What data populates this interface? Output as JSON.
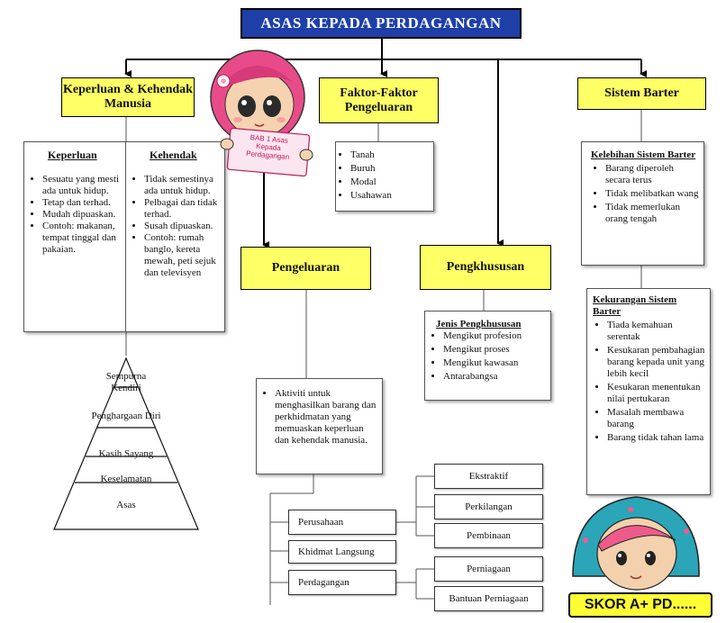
{
  "title": "ASAS KEPADA PERDAGANGAN",
  "sections": {
    "keperluan_kehendak": {
      "label": "Keperluan & Kehendak Manusia"
    },
    "faktor": {
      "label": "Faktor-Faktor Pengeluaran",
      "items": [
        "Tanah",
        "Buruh",
        "Modal",
        "Usahawan"
      ]
    },
    "barter": {
      "label": "Sistem Barter"
    }
  },
  "keperluan": {
    "heading": "Keperluan",
    "items": [
      "Sesuatu yang mesti ada untuk hidup.",
      "Tetap dan terhad.",
      "Mudah dipuaskan.",
      "Contoh: makanan, tempat tinggal dan pakaian."
    ]
  },
  "kehendak": {
    "heading": "Kehendak",
    "items": [
      "Tidak semestinya ada untuk hidup.",
      "Pelbagai dan tidak terhad.",
      "Susah dipuaskan.",
      "Contoh: rumah banglo, kereta mewah, peti sejuk dan televisyen"
    ]
  },
  "pyramid": {
    "levels": [
      "Sempurna Kendiri",
      "Penghargaan Diri",
      "Kasih Sayang",
      "Keselamatan",
      "Asas"
    ]
  },
  "badge": {
    "text": "BAB 1 Asas Kepada Perdagangan"
  },
  "pengeluaran": {
    "label": "Pengeluaran",
    "description": "Aktiviti untuk menghasilkan barang dan perkhidmatan yang memuaskan keperluan dan kehendak manusia."
  },
  "pengkhususan": {
    "label": "Pengkhususan",
    "heading": "Jenis Pengkhususan",
    "items": [
      "Mengikut profesion",
      "Mengikut proses",
      "Mengikut kawasan",
      "Antarabangsa"
    ]
  },
  "branches": {
    "perusahaan": "Perusahaan",
    "khidmat": "Khidmat Langsung",
    "perdagangan": "Perdagangan",
    "perusahaan_sub": [
      "Ekstraktif",
      "Perkilangan",
      "Pembinaan"
    ],
    "perdagangan_sub": [
      "Perniagaan",
      "Bantuan Perniagaan"
    ]
  },
  "kelebihan": {
    "heading": "Kelebihan Sistem Barter",
    "items": [
      "Barang diperoleh secara terus",
      "Tidak melibatkan wang",
      "Tidak memerlukan orang tengah"
    ]
  },
  "kekurangan": {
    "heading": "Kekurangan Sistem Barter",
    "items": [
      "Tiada kemahuan serentak",
      "Kesukaran pembahagian barang kepada unit yang lebih kecil",
      "Kesukaran menentukan nilai pertukaran",
      "Masalah membawa barang",
      "Barang tidak tahan lama"
    ]
  },
  "skor": "SKOR A+ PD......",
  "colors": {
    "title_bg": "#1e3fa8",
    "box_yellow": "#ffff66",
    "hijab_pink": "#e94b8a",
    "hijab_teal": "#2aa6b8"
  }
}
